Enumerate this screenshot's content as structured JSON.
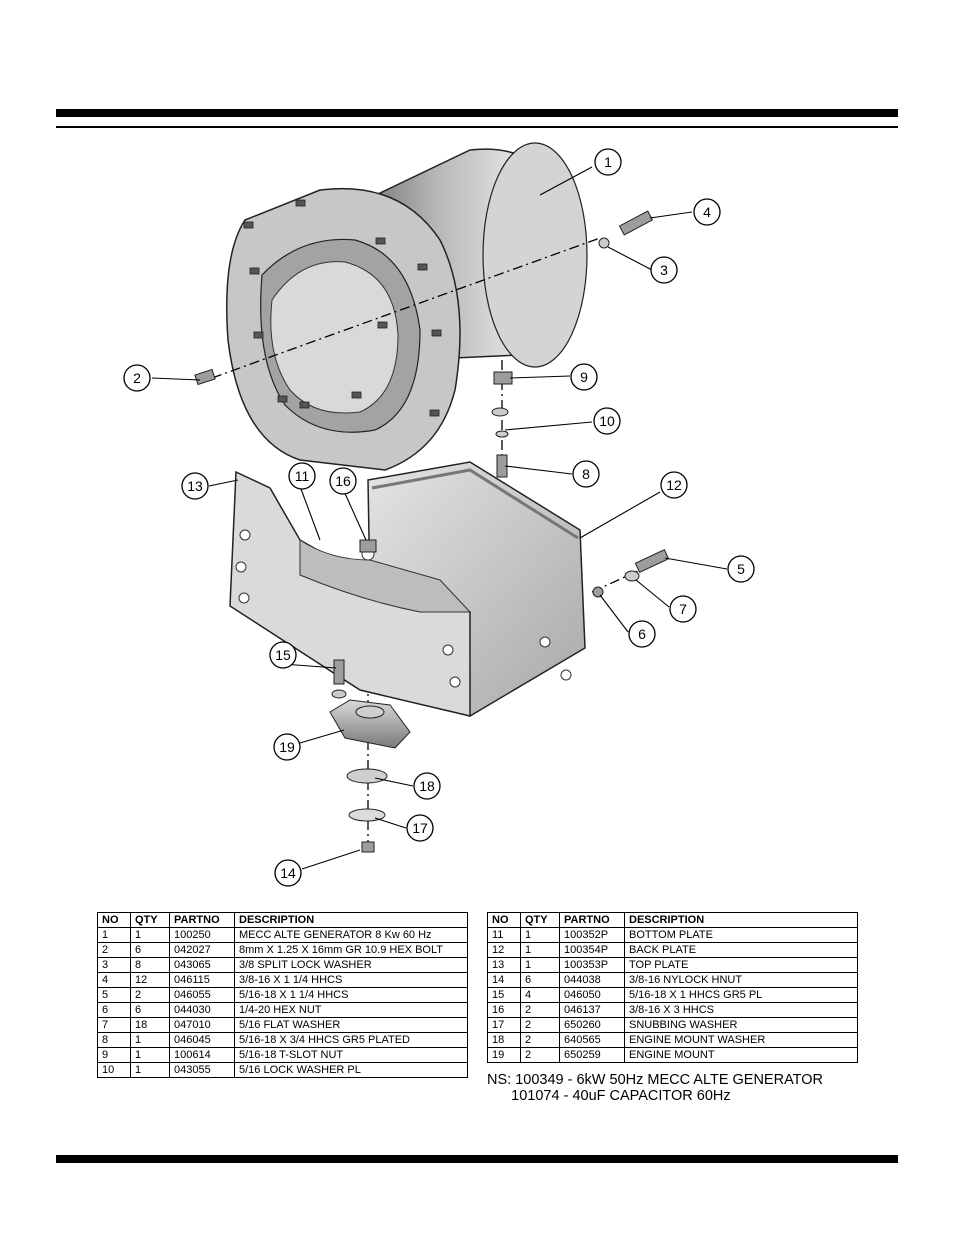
{
  "callouts": [
    "1",
    "2",
    "3",
    "4",
    "5",
    "6",
    "7",
    "8",
    "9",
    "10",
    "11",
    "12",
    "13",
    "14",
    "15",
    "16",
    "17",
    "18",
    "19"
  ],
  "table_headers": {
    "no": "NO",
    "qty": "QTY",
    "partno": "PARTNO",
    "description": "DESCRIPTION"
  },
  "parts_left": [
    {
      "no": "1",
      "qty": "1",
      "partno": "100250",
      "description": "MECC ALTE GENERATOR 8 Kw 60 Hz"
    },
    {
      "no": "2",
      "qty": "6",
      "partno": "042027",
      "description": "8mm X 1.25 X 16mm GR 10.9 HEX BOLT"
    },
    {
      "no": "3",
      "qty": "8",
      "partno": "043065",
      "description": "3/8 SPLIT LOCK WASHER"
    },
    {
      "no": "4",
      "qty": "12",
      "partno": "046115",
      "description": "3/8-16 X 1 1/4 HHCS"
    },
    {
      "no": "5",
      "qty": "2",
      "partno": "046055",
      "description": "5/16-18 X 1 1/4 HHCS"
    },
    {
      "no": "6",
      "qty": "6",
      "partno": "044030",
      "description": "1/4-20 HEX NUT"
    },
    {
      "no": "7",
      "qty": "18",
      "partno": "047010",
      "description": "5/16 FLAT WASHER"
    },
    {
      "no": "8",
      "qty": "1",
      "partno": "046045",
      "description": "5/16-18 X 3/4 HHCS GR5 PLATED"
    },
    {
      "no": "9",
      "qty": "1",
      "partno": "100614",
      "description": "5/16-18 T-SLOT NUT"
    },
    {
      "no": "10",
      "qty": "1",
      "partno": "043055",
      "description": "5/16 LOCK WASHER PL"
    }
  ],
  "parts_right": [
    {
      "no": "11",
      "qty": "1",
      "partno": "100352P",
      "description": "BOTTOM PLATE"
    },
    {
      "no": "12",
      "qty": "1",
      "partno": "100354P",
      "description": "BACK PLATE"
    },
    {
      "no": "13",
      "qty": "1",
      "partno": "100353P",
      "description": "TOP PLATE"
    },
    {
      "no": "14",
      "qty": "6",
      "partno": "044038",
      "description": "3/8-16 NYLOCK HNUT"
    },
    {
      "no": "15",
      "qty": "4",
      "partno": "046050",
      "description": "5/16-18 X 1 HHCS GR5 PL"
    },
    {
      "no": "16",
      "qty": "2",
      "partno": "046137",
      "description": "3/8-16 X 3 HHCS"
    },
    {
      "no": "17",
      "qty": "2",
      "partno": "650260",
      "description": "SNUBBING WASHER"
    },
    {
      "no": "18",
      "qty": "2",
      "partno": "640565",
      "description": "ENGINE MOUNT WASHER"
    },
    {
      "no": "19",
      "qty": "2",
      "partno": "650259",
      "description": "ENGINE MOUNT"
    }
  ],
  "notes": {
    "line1": "NS: 100349 - 6kW 50Hz MECC ALTE GENERATOR",
    "line2": "      101074 - 40uF CAPACITOR 60Hz"
  }
}
